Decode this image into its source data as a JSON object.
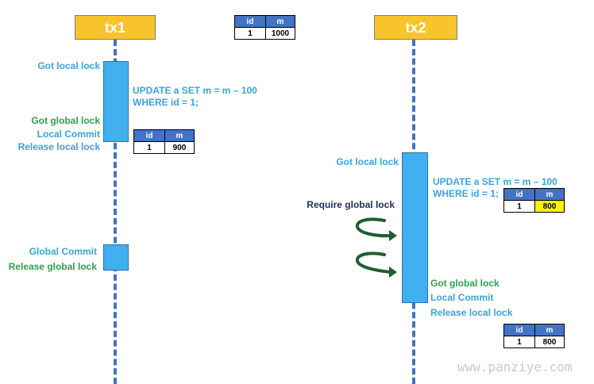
{
  "transactions": [
    {
      "name": "tx1"
    },
    {
      "name": "tx2"
    }
  ],
  "tables": {
    "initial": {
      "headers": [
        "id",
        "m"
      ],
      "row": [
        "1",
        "1000"
      ]
    },
    "tx1_after": {
      "headers": [
        "id",
        "m"
      ],
      "row": [
        "1",
        "900"
      ]
    },
    "tx2_update": {
      "headers": [
        "id",
        "m"
      ],
      "row": [
        "1",
        "800"
      ],
      "highlight_color": "#fff200"
    },
    "tx2_final": {
      "headers": [
        "id",
        "m"
      ],
      "row": [
        "1",
        "800"
      ]
    }
  },
  "tx1_labels": {
    "got_local_lock": "Got local lock",
    "update_line1": "UPDATE a SET m = m – 100",
    "update_line2": "WHERE id = 1;",
    "got_global_lock": "Got global lock",
    "local_commit": "Local Commit",
    "release_local_lock": "Release local lock",
    "global_commit": "Global Commit",
    "release_global_lock": "Release global lock"
  },
  "tx2_labels": {
    "got_local_lock": "Got local lock",
    "update_line1": "UPDATE a SET m = m – 100",
    "update_line2": "WHERE id = 1;",
    "require_global_lock": "Require global lock",
    "got_global_lock": "Got global lock",
    "local_commit": "Local Commit",
    "release_local_lock": "Release local lock"
  },
  "icons": {
    "retry": "retry-loop-arrow-icon"
  },
  "colors": {
    "lifeline": "#4472c4",
    "tx_box": "#f9c32b",
    "activation": "#41b0f0",
    "blue_text": "#3aa3dc",
    "green_text": "#2ea24a",
    "navy_text": "#1f2d5c",
    "arrow": "#1f5e2e"
  },
  "watermark": "www.panziye.com"
}
